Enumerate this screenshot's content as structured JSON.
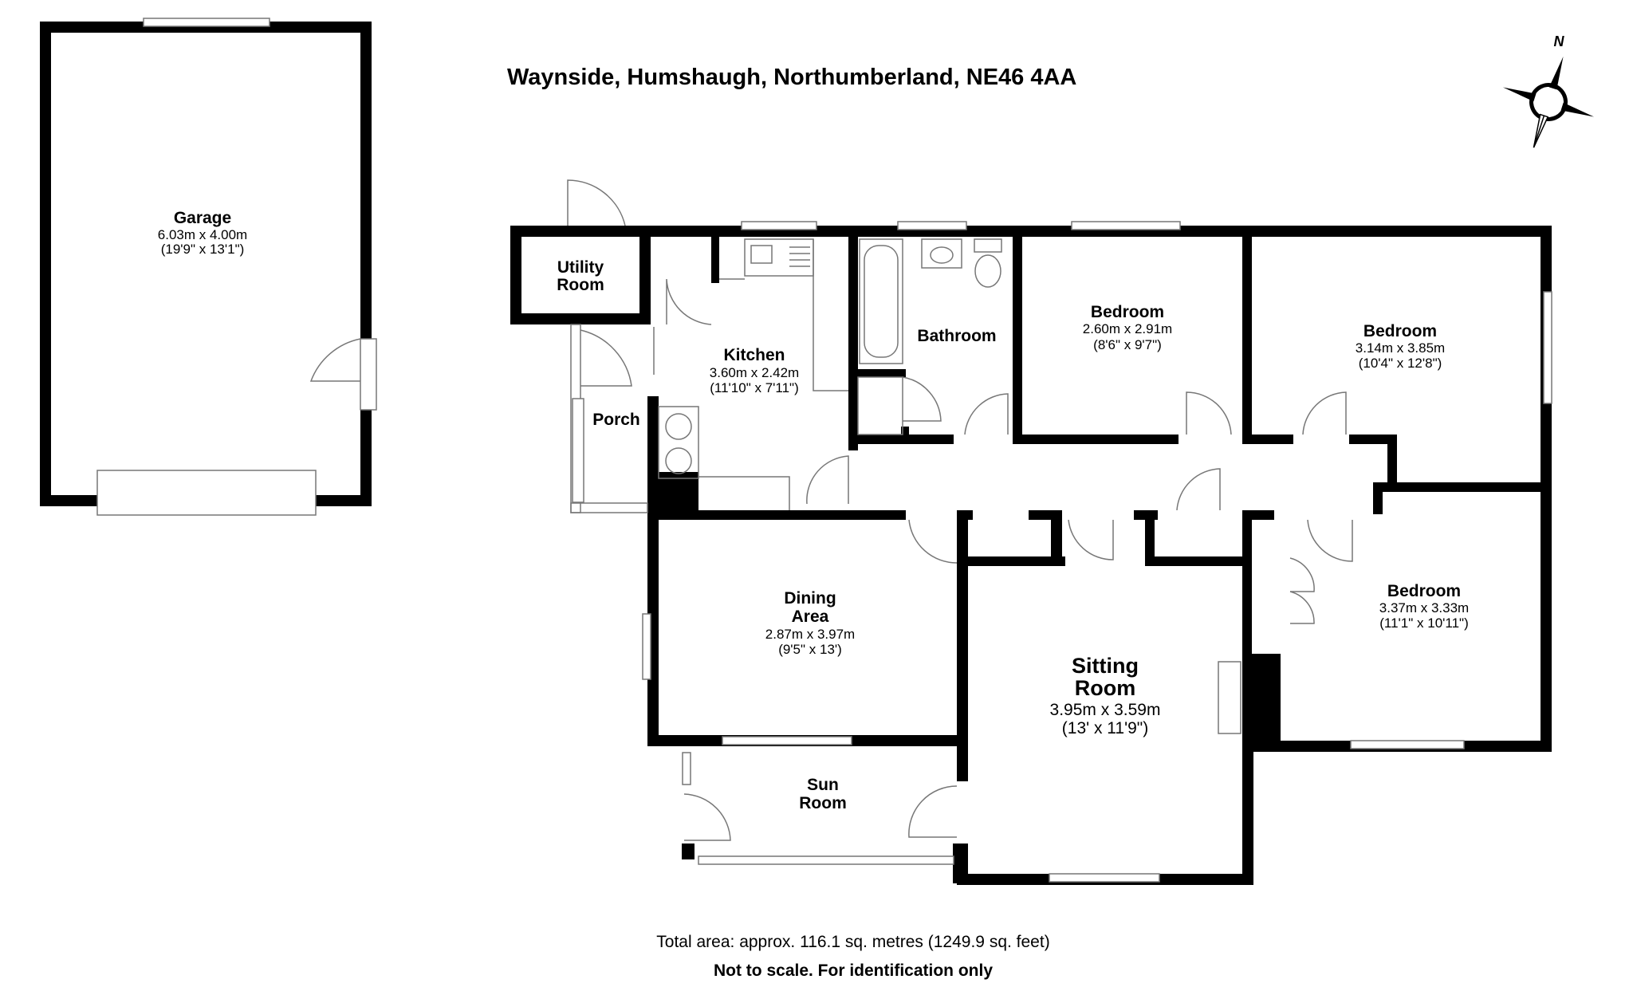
{
  "title": "Waynside, Humshaugh, Northumberland, NE46 4AA",
  "compass": {
    "label": "N"
  },
  "rooms": {
    "garage": {
      "name": "Garage",
      "dim_m": "6.03m x 4.00m",
      "dim_ft": "(19'9\" x 13'1\")"
    },
    "utility": {
      "name_l1": "Utility",
      "name_l2": "Room"
    },
    "kitchen": {
      "name": "Kitchen",
      "dim_m": "3.60m x 2.42m",
      "dim_ft": "(11'10\" x 7'11\")"
    },
    "bathroom": {
      "name": "Bathroom"
    },
    "bedroom1": {
      "name": "Bedroom",
      "dim_m": "2.60m x 2.91m",
      "dim_ft": "(8'6\" x 9'7\")"
    },
    "bedroom2": {
      "name": "Bedroom",
      "dim_m": "3.14m x 3.85m",
      "dim_ft": "(10'4\" x 12'8\")"
    },
    "porch": {
      "name": "Porch"
    },
    "dining": {
      "name_l1": "Dining",
      "name_l2": "Area",
      "dim_m": "2.87m x 3.97m",
      "dim_ft": "(9'5\" x 13')"
    },
    "sitting": {
      "name_l1": "Sitting",
      "name_l2": "Room",
      "dim_m": "3.95m x 3.59m",
      "dim_ft": "(13' x 11'9\")"
    },
    "bedroom3": {
      "name": "Bedroom",
      "dim_m": "3.37m x 3.33m",
      "dim_ft": "(11'1\" x 10'11\")"
    },
    "sunroom": {
      "name_l1": "Sun",
      "name_l2": "Room"
    }
  },
  "footer": {
    "area": "Total area: approx. 116.1 sq. metres (1249.9 sq. feet)",
    "note": "Not to scale. For identification only"
  }
}
